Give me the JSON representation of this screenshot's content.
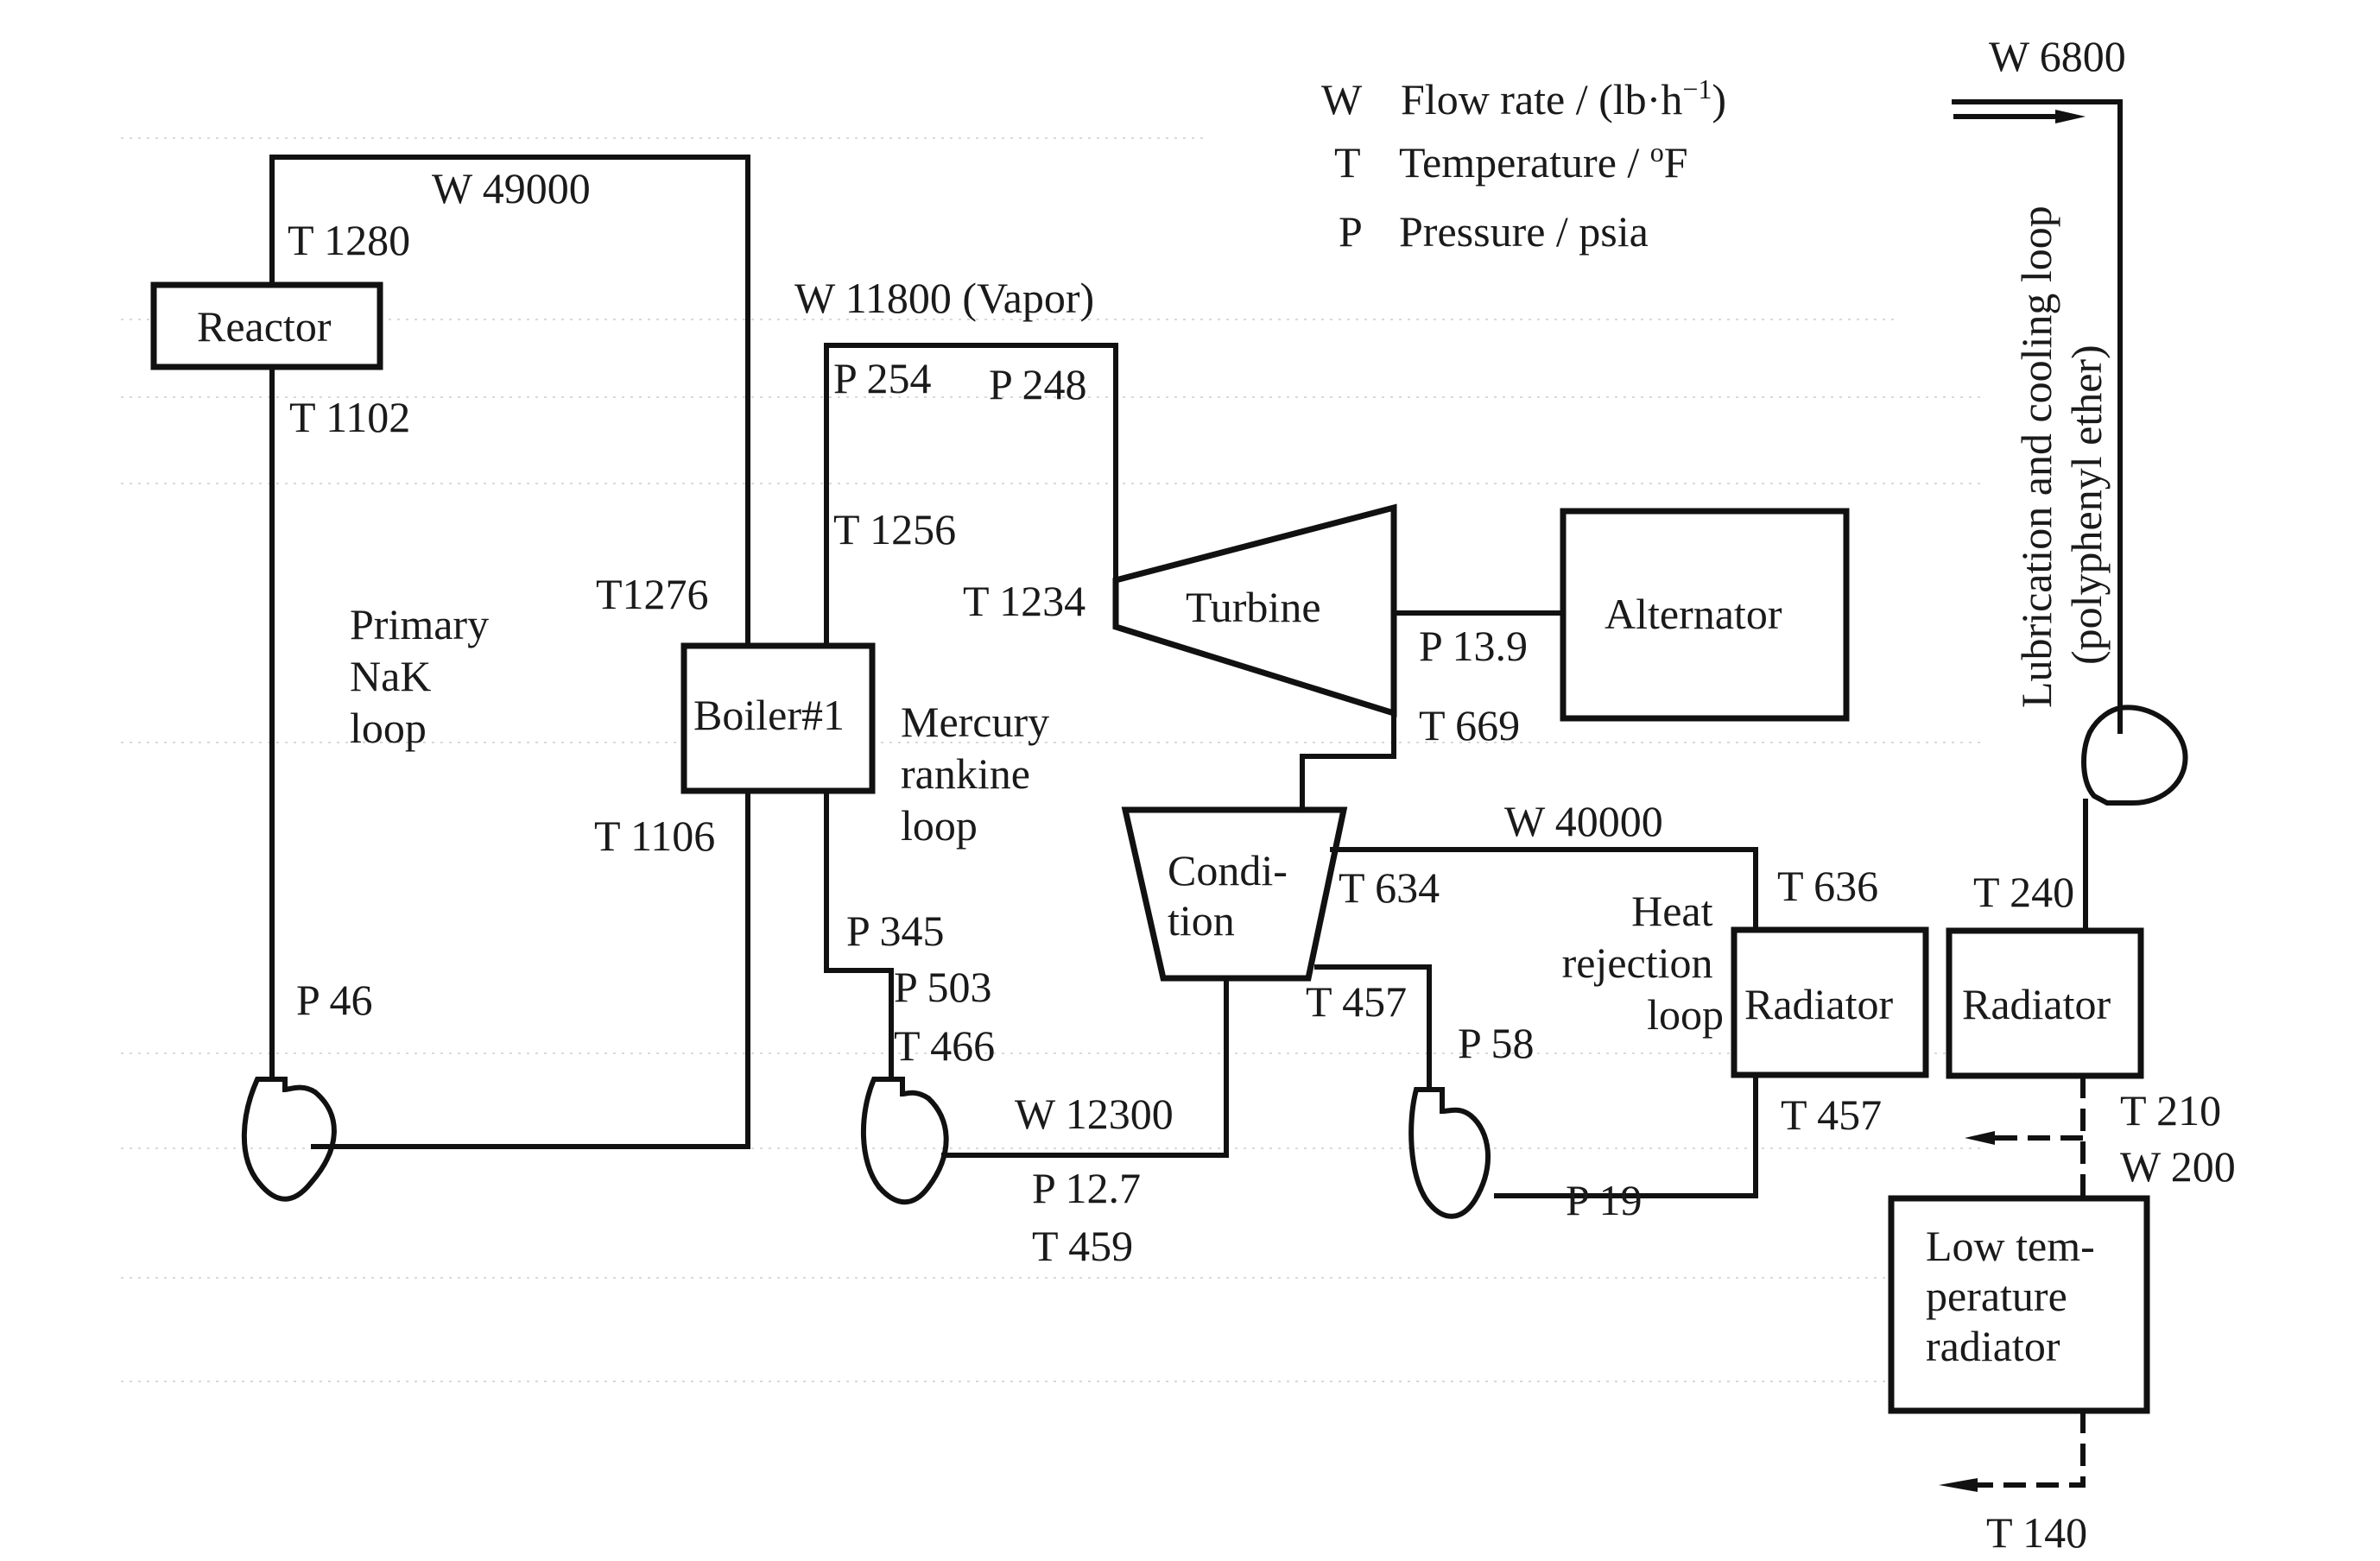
{
  "legend": [
    {
      "symbol": "W",
      "text": "Flow rate / (lb·h",
      "sup": "−1",
      "tail": ")"
    },
    {
      "symbol": "T",
      "text": "Temperature / ",
      "sup": "o",
      "tail": "F"
    },
    {
      "symbol": "P",
      "text": "Pressure / psia",
      "sup": "",
      "tail": ""
    }
  ],
  "components": {
    "reactor": "Reactor",
    "boiler": "Boiler#1",
    "turbine": "Turbine",
    "alternator": "Alternator",
    "condenser": [
      "Condi-",
      "tion"
    ],
    "radiator_heat": "Radiator",
    "radiator_lube": "Radiator",
    "low_temp_radiator": [
      "Low tem-",
      "perature",
      "radiator"
    ]
  },
  "loops": {
    "primary": [
      "Primary",
      "NaK",
      "loop"
    ],
    "mercury": [
      "Mercury",
      "rankine",
      "loop"
    ],
    "heat_rejection": [
      "Heat",
      "rejection",
      "loop"
    ],
    "lube": [
      "Lubrication and cooling loop",
      "(polyphenyl ether)"
    ]
  },
  "labels": {
    "primary_w": "W 49000",
    "primary_t_out": "T 1280",
    "primary_t_in": "T 1102",
    "primary_t_boiler_in": "T1276",
    "primary_t_boiler_out": "T 1106",
    "primary_p_pump": "P 46",
    "hg_w_vapor": "W 11800 (Vapor)",
    "hg_p_boiler_out": "P 254",
    "hg_p_turbine_in": "P 248",
    "hg_t_boiler_out": "T 1256",
    "hg_t_turbine_in": "T 1234",
    "hg_p_turbine_out": "P 13.9",
    "hg_t_turbine_out": "T 669",
    "hg_p_boiler_in": "P 345",
    "hg_p_pump_out": "P 503",
    "hg_t_pump_out": "T 466",
    "hg_w_liquid": "W 12300",
    "hg_p_pump_in": "P 12.7",
    "hg_t_pump_in": "T 459",
    "hr_w": "W 40000",
    "hr_t_cond_out": "T 634",
    "hr_t_rad_in": "T 636",
    "hr_t_cond_in": "T 457",
    "hr_p_pump_out": "P 58",
    "hr_t_rad_out": "T 457",
    "hr_p_pump_in": "P 19",
    "lube_w": "W 6800",
    "lube_t_rad_in": "T 240",
    "lube_t_rad_out": "T 210",
    "lube_w_branch": "W 200",
    "lube_t_low_out": "T 140"
  }
}
